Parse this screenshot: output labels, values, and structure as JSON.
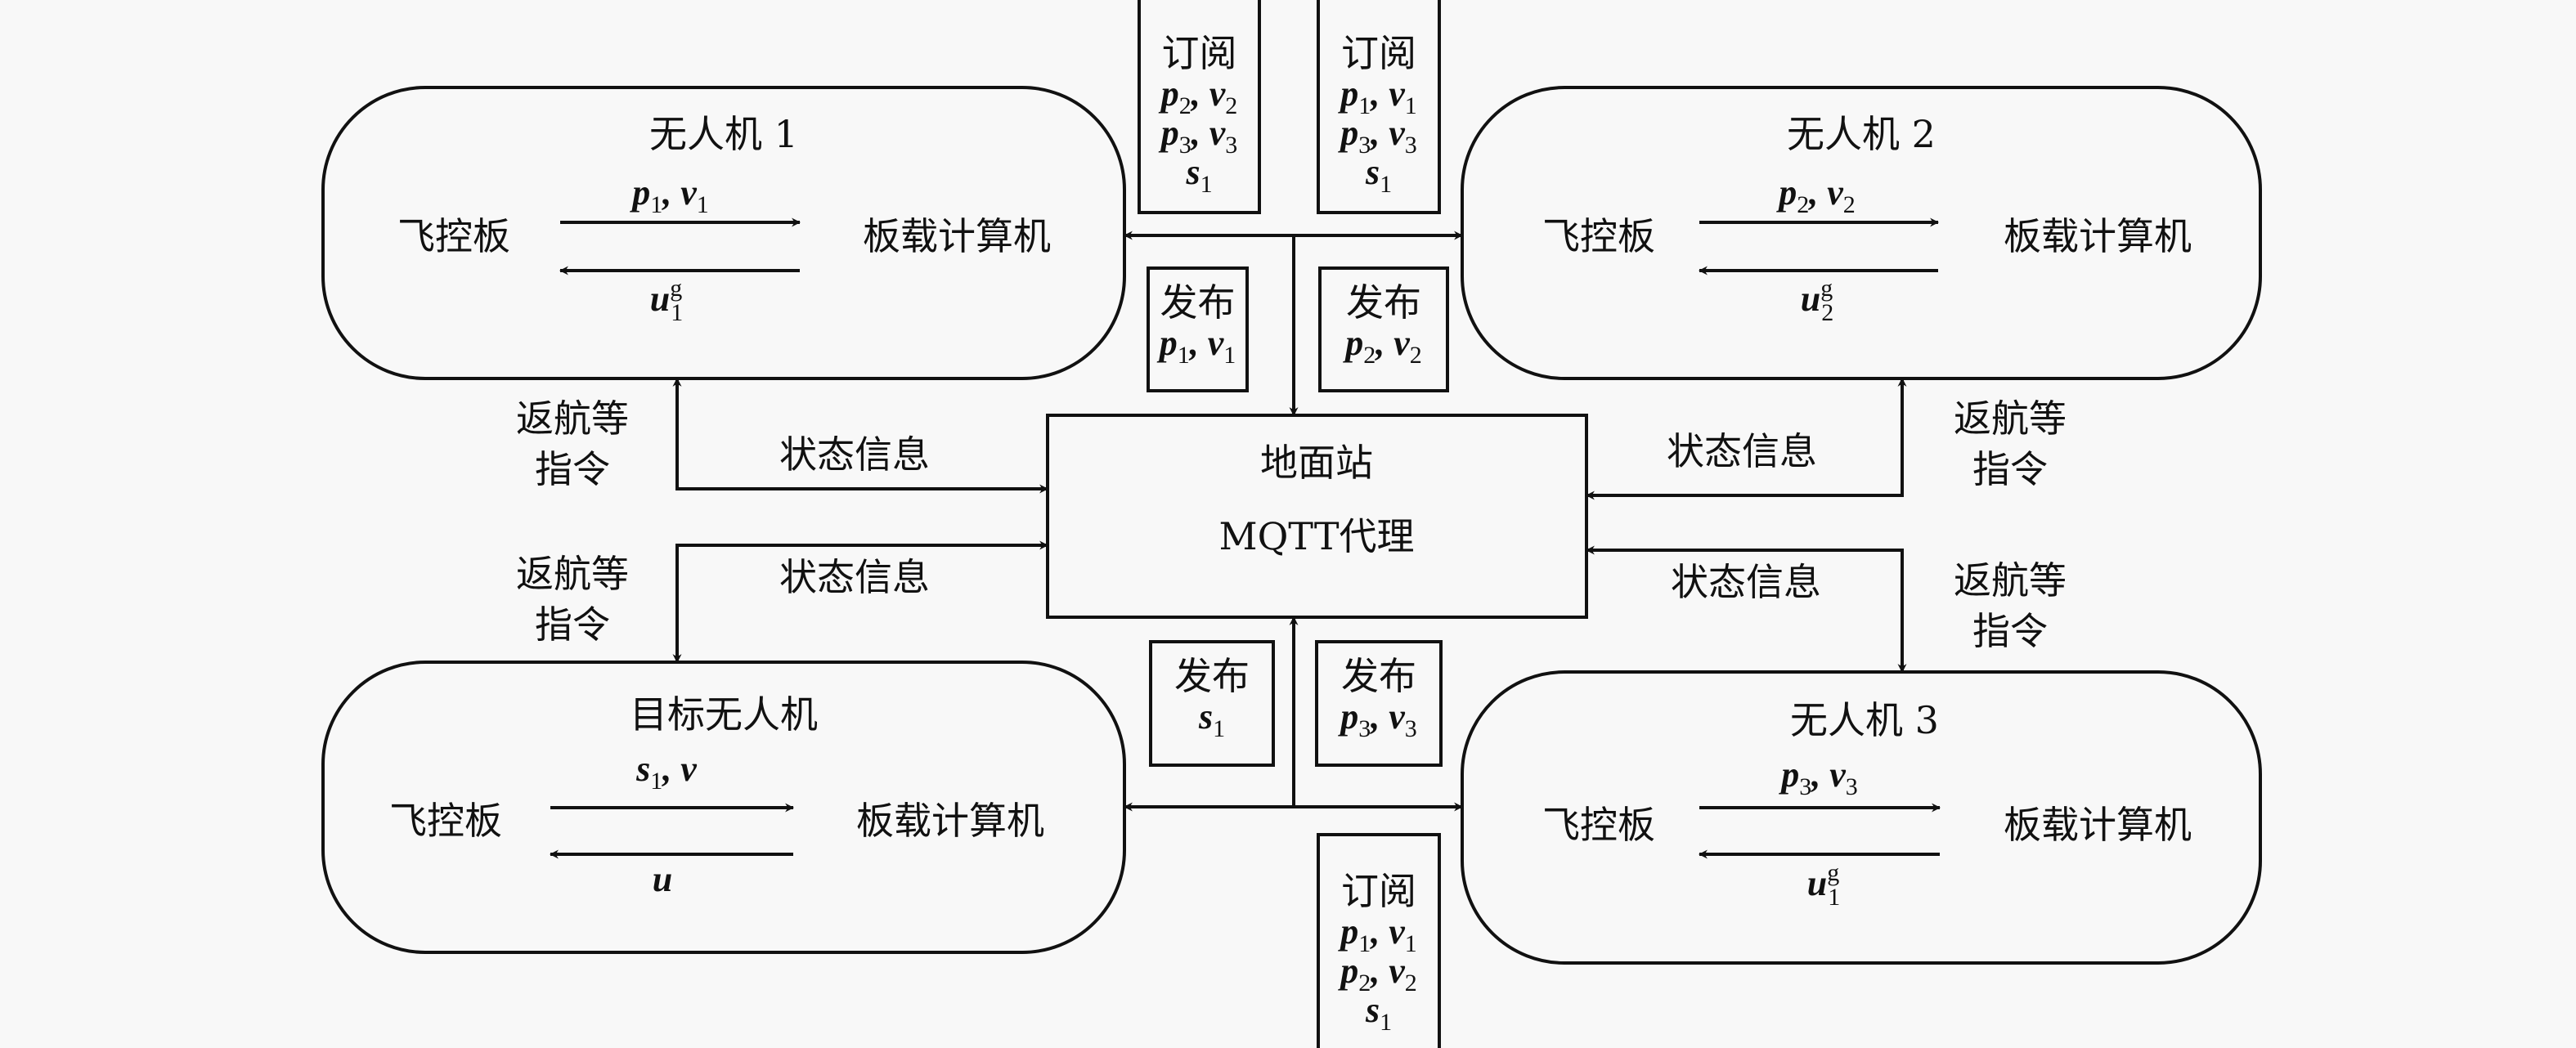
{
  "diagram": {
    "uavs": [
      {
        "id": "uav1",
        "title": "无人机 1",
        "left_label": "飞控板",
        "right_label": "板载计算机",
        "up_signal": [
          {
            "base": "p",
            "sub": "1"
          },
          {
            "base": "v",
            "sub": "1"
          }
        ],
        "down_signal": [
          {
            "base": "u",
            "sub": "1",
            "sup": "g"
          }
        ]
      },
      {
        "id": "uav2",
        "title": "无人机 2",
        "left_label": "飞控板",
        "right_label": "板载计算机",
        "up_signal": [
          {
            "base": "p",
            "sub": "2"
          },
          {
            "base": "v",
            "sub": "2"
          }
        ],
        "down_signal": [
          {
            "base": "u",
            "sub": "2",
            "sup": "g"
          }
        ]
      },
      {
        "id": "target",
        "title": "目标无人机",
        "left_label": "飞控板",
        "right_label": "板载计算机",
        "up_signal": [
          {
            "base": "s",
            "sub": "1"
          },
          {
            "base": "v",
            "sub": ""
          }
        ],
        "down_signal": [
          {
            "base": "u",
            "sub": ""
          }
        ]
      },
      {
        "id": "uav3",
        "title": "无人机 3",
        "left_label": "飞控板",
        "right_label": "板载计算机",
        "up_signal": [
          {
            "base": "p",
            "sub": "3"
          },
          {
            "base": "v",
            "sub": "3"
          }
        ],
        "down_signal": [
          {
            "base": "u",
            "sub": "1",
            "sup": "g"
          }
        ]
      }
    ],
    "ground_station": {
      "line1": "地面站",
      "line2": "MQTT代理"
    },
    "subscribe_boxes": [
      {
        "id": "sub-uav1",
        "title": "订阅",
        "rows": [
          [
            {
              "base": "p",
              "sub": "2"
            },
            {
              "base": "v",
              "sub": "2"
            }
          ],
          [
            {
              "base": "p",
              "sub": "3"
            },
            {
              "base": "v",
              "sub": "3"
            }
          ],
          [
            {
              "base": "s",
              "sub": "1"
            }
          ]
        ]
      },
      {
        "id": "sub-uav2",
        "title": "订阅",
        "rows": [
          [
            {
              "base": "p",
              "sub": "1"
            },
            {
              "base": "v",
              "sub": "1"
            }
          ],
          [
            {
              "base": "p",
              "sub": "3"
            },
            {
              "base": "v",
              "sub": "3"
            }
          ],
          [
            {
              "base": "s",
              "sub": "1"
            }
          ]
        ]
      },
      {
        "id": "sub-uav3",
        "title": "订阅",
        "rows": [
          [
            {
              "base": "p",
              "sub": "1"
            },
            {
              "base": "v",
              "sub": "1"
            }
          ],
          [
            {
              "base": "p",
              "sub": "2"
            },
            {
              "base": "v",
              "sub": "2"
            }
          ],
          [
            {
              "base": "s",
              "sub": "1"
            }
          ]
        ]
      }
    ],
    "publish_boxes": [
      {
        "id": "pub-uav1",
        "title": "发布",
        "rows": [
          [
            {
              "base": "p",
              "sub": "1"
            },
            {
              "base": "v",
              "sub": "1"
            }
          ]
        ]
      },
      {
        "id": "pub-uav2",
        "title": "发布",
        "rows": [
          [
            {
              "base": "p",
              "sub": "2"
            },
            {
              "base": "v",
              "sub": "2"
            }
          ]
        ]
      },
      {
        "id": "pub-target",
        "title": "发布",
        "rows": [
          [
            {
              "base": "s",
              "sub": "1"
            }
          ]
        ]
      },
      {
        "id": "pub-uav3",
        "title": "发布",
        "rows": [
          [
            {
              "base": "p",
              "sub": "3"
            },
            {
              "base": "v",
              "sub": "3"
            }
          ]
        ]
      }
    ],
    "side_labels": {
      "status": "状态信息",
      "command_line1": "返航等",
      "command_line2": "指令"
    }
  }
}
